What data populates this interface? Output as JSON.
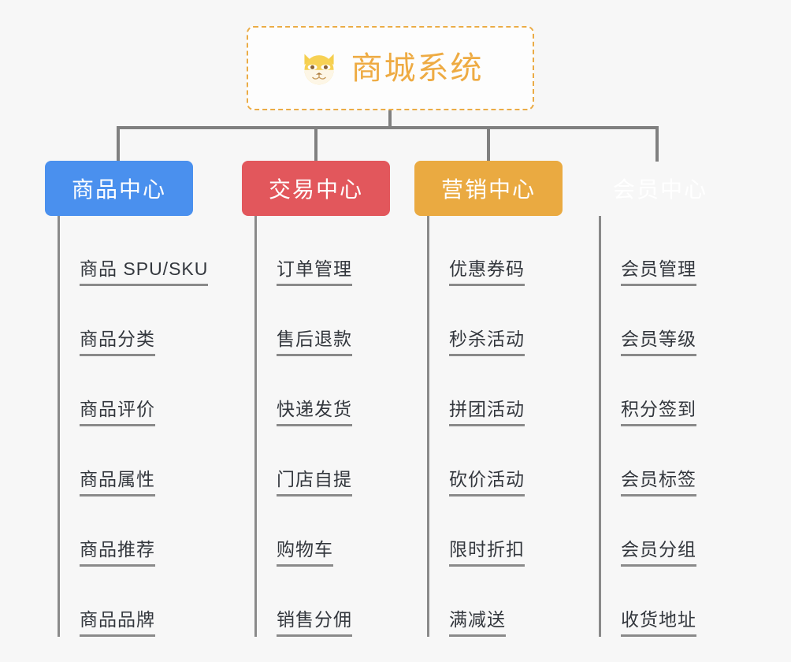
{
  "background_color": "#f7f7f7",
  "root": {
    "title": "商城系统",
    "icon": "shiba-dog-icon",
    "text_color": "#eeab43",
    "border_color": "#ebac46"
  },
  "connector_color": "#808080",
  "branches": [
    {
      "label": "商品中心",
      "color": "#4a90ee",
      "items": [
        "商品 SPU/SKU",
        "商品分类",
        "商品评价",
        "商品属性",
        "商品推荐",
        "商品品牌"
      ]
    },
    {
      "label": "交易中心",
      "color": "#e2575c",
      "items": [
        "订单管理",
        "售后退款",
        "快递发货",
        "门店自提",
        "购物车",
        "销售分佣"
      ]
    },
    {
      "label": "营销中心",
      "color": "#eaaa41",
      "items": [
        "优惠券码",
        "秒杀活动",
        "拼团活动",
        "砍价活动",
        "限时折扣",
        "满减送"
      ]
    },
    {
      "label": "会员中心",
      "color": "#78c council",
      "items": [
        "会员管理",
        "会员等级",
        "积分签到",
        "会员标签",
        "会员分组",
        "收货地址"
      ]
    }
  ]
}
